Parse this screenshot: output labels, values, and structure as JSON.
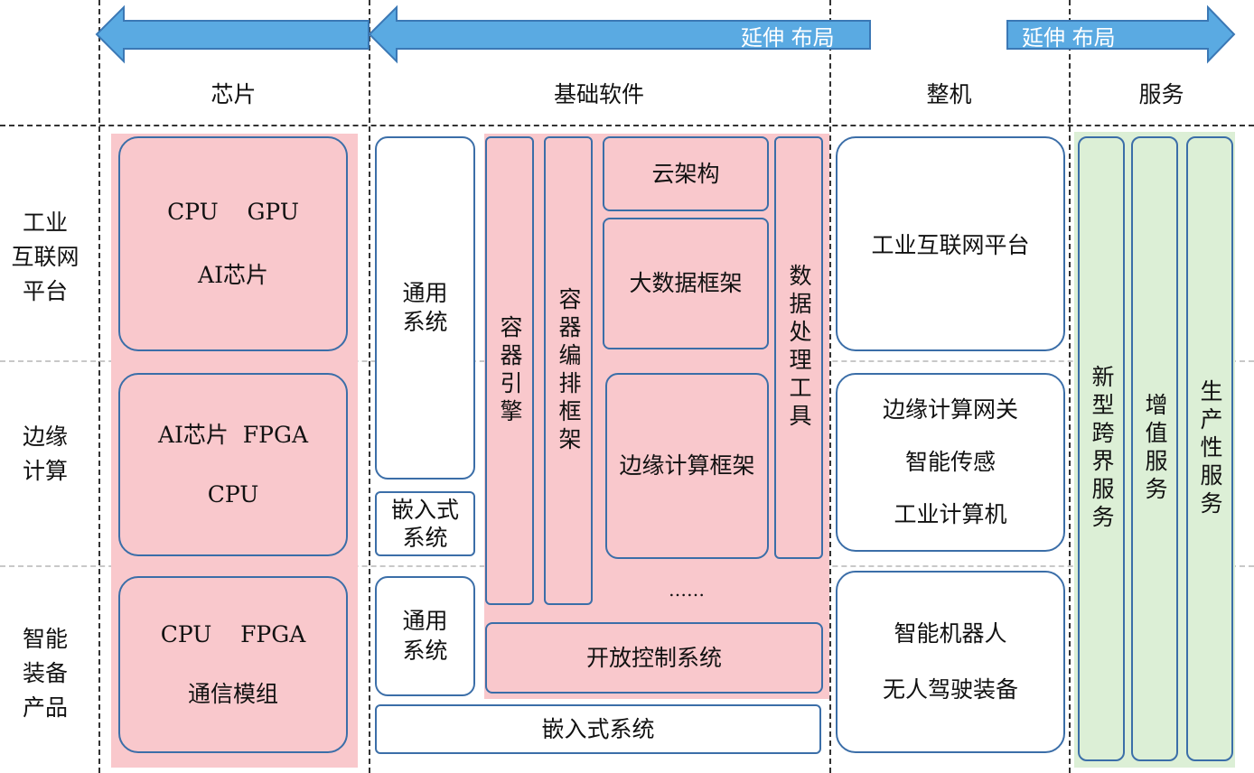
{
  "arrows": {
    "left_label": "延伸 布局",
    "right_label": "延伸 布局"
  },
  "columns": {
    "chip": "芯片",
    "software": "基础软件",
    "machine": "整机",
    "service": "服务"
  },
  "rows": {
    "industrial": [
      "工业",
      "互联网",
      "平台"
    ],
    "edge": [
      "边缘",
      "计算"
    ],
    "smart": [
      "智能",
      "装备",
      "产品"
    ]
  },
  "chip": {
    "industrial": [
      "CPU    GPU",
      "AI芯片"
    ],
    "edge": [
      "AI芯片  FPGA",
      "CPU"
    ],
    "smart": [
      "CPU    FPGA",
      "通信模组"
    ]
  },
  "software": {
    "general_system_1": "通用\n系统",
    "embedded_system_small": "嵌入式\n系统",
    "container_engine": "容器引擎",
    "container_orchestration": "容器编排框架",
    "cloud_architecture": "云架构",
    "big_data_framework": "大数据框架",
    "data_processing_tools": "数据处理工具",
    "edge_computing_framework": "边缘计算框架",
    "ellipsis": "……",
    "general_system_2": "通用\n系统",
    "open_control_system": "开放控制系统",
    "embedded_system": "嵌入式系统"
  },
  "machine": {
    "industrial": [
      "工业互联网平台"
    ],
    "edge": [
      "边缘计算网关",
      "智能传感",
      "工业计算机"
    ],
    "smart": [
      "智能机器人",
      "无人驾驶装备"
    ]
  },
  "service": {
    "new_cross_border": "新型跨界服务",
    "value_added": "增值服务",
    "productive": "生产性服务"
  },
  "colors": {
    "arrow": "#5aaae2",
    "pink": "#f9c8cc",
    "green": "#dcefd6",
    "border": "#3b6ea8"
  }
}
